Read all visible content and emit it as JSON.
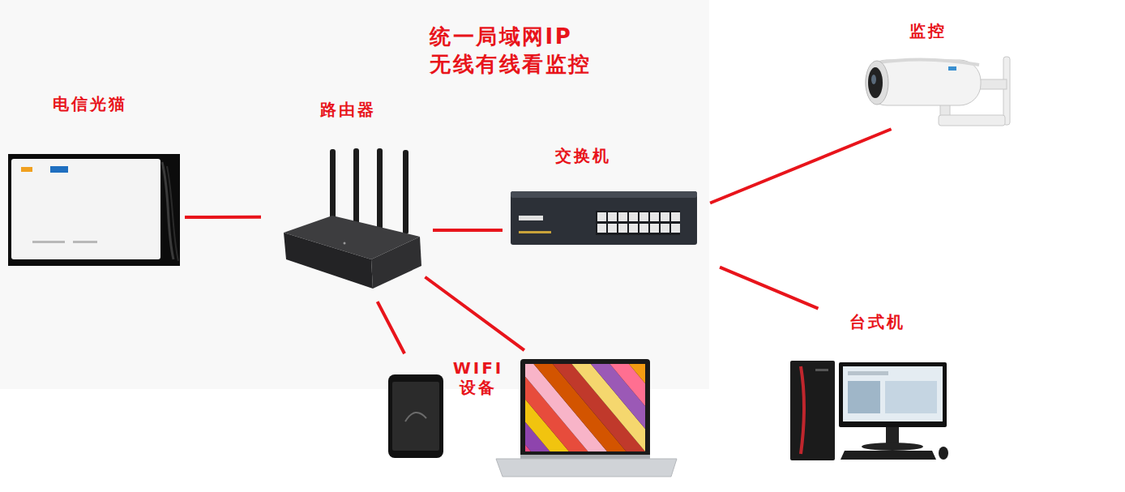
{
  "diagram": {
    "nodes": [
      {
        "text": [
          "电信光猫"
        ]
      },
      {
        "text": [
          "路由器"
        ]
      },
      {
        "text": [
          "交换机"
        ]
      },
      {
        "text": [
          "监控"
        ]
      },
      {
        "text": [
          "台式机"
        ]
      },
      {
        "text": [
          "WIFI 设备"
        ]
      }
    ],
    "edges": [
      {
        "from": 0,
        "to": 1,
        "arrow": "none"
      },
      {
        "from": 1,
        "to": 2,
        "arrow": "none"
      },
      {
        "from": 2,
        "to": 3,
        "arrow": "none"
      },
      {
        "from": 2,
        "to": 4,
        "arrow": "none"
      },
      {
        "from": 1,
        "to": 5,
        "arrow": "none"
      },
      {
        "from": 1,
        "to": 5,
        "arrow": "none"
      }
    ],
    "labels": [
      "统一局域网IP",
      "无线有线看监控"
    ]
  }
}
